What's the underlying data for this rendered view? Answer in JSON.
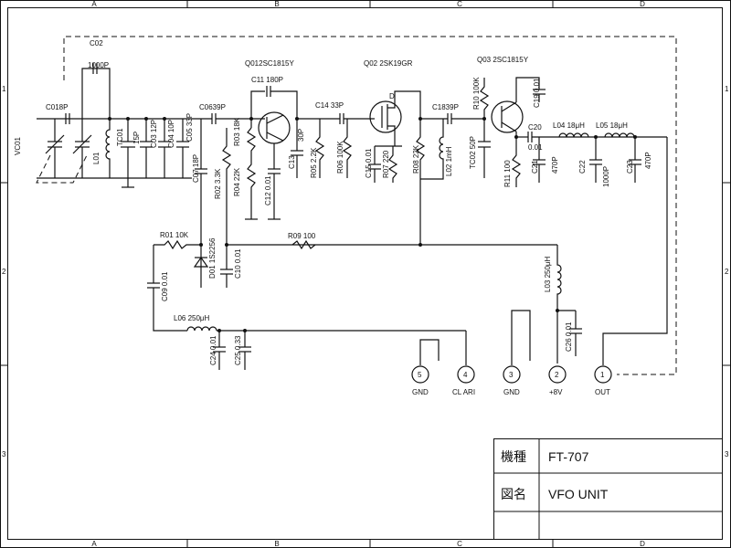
{
  "grid": {
    "cols": [
      "A",
      "B",
      "C",
      "D"
    ],
    "rows": [
      "1",
      "2",
      "3"
    ]
  },
  "components": {
    "c01": "C018P",
    "c02": "C02",
    "c02_value": "1000P",
    "vc01": "VC01",
    "l01": "L01",
    "tc01": "TC01",
    "tc01_value": "15P",
    "c03": "C03 12P",
    "c04": "C04 10P",
    "c05": "C05 33P",
    "c06": "C0639P",
    "c07": "C07 18P",
    "q01": "Q012SC1815Y",
    "c11": "C11  180P",
    "r03": "R03 18K",
    "r04": "R04 22K",
    "r02": "R02 3.3K",
    "c12": "C12 0.01",
    "c13": "C13",
    "c13_value": "30P",
    "r05": "R05 2.2K",
    "c14": "C14 33P",
    "r06": "R06 100K",
    "q02": "Q02  2SK19GR",
    "q02_drain": "D",
    "c15": "C15 0.01",
    "r07": "R07 220",
    "r08": "R08 22K",
    "c18": "C1839P",
    "l02": "L02 1mH",
    "tc02": "TC02 50P",
    "q03": "Q03  2SC1815Y",
    "c19": "C19 0.01",
    "r10": "R10 100K",
    "r11": "R11 100",
    "c20": "C20",
    "c20_value": "0.01",
    "c21": "C21",
    "c21_value": "470P",
    "l04": "L04  18μH",
    "l05": "L05  18μH",
    "c22": "C22",
    "c22_value": "1000P",
    "c23": "C23",
    "c23_value": "470P",
    "r09": "R09 100",
    "r01": "R01  10K",
    "d01": "D01 1S2256",
    "c10": "C10 0.01",
    "c09": "C09 0.01",
    "l06": "L06   250μH",
    "c24": "C24 0.01",
    "c25": "C25 0.33",
    "l03": "L03 250μH",
    "c26": "C26 0.01"
  },
  "pins": [
    {
      "num": "5",
      "label": "GND"
    },
    {
      "num": "4",
      "label": "CL ARI"
    },
    {
      "num": "3",
      "label": "GND"
    },
    {
      "num": "2",
      "label": "+8V"
    },
    {
      "num": "1",
      "label": "OUT"
    }
  ],
  "title_block": {
    "model_label": "機種",
    "model": "FT-707",
    "drawing_label": "図名",
    "drawing_name": "VFO UNIT"
  }
}
